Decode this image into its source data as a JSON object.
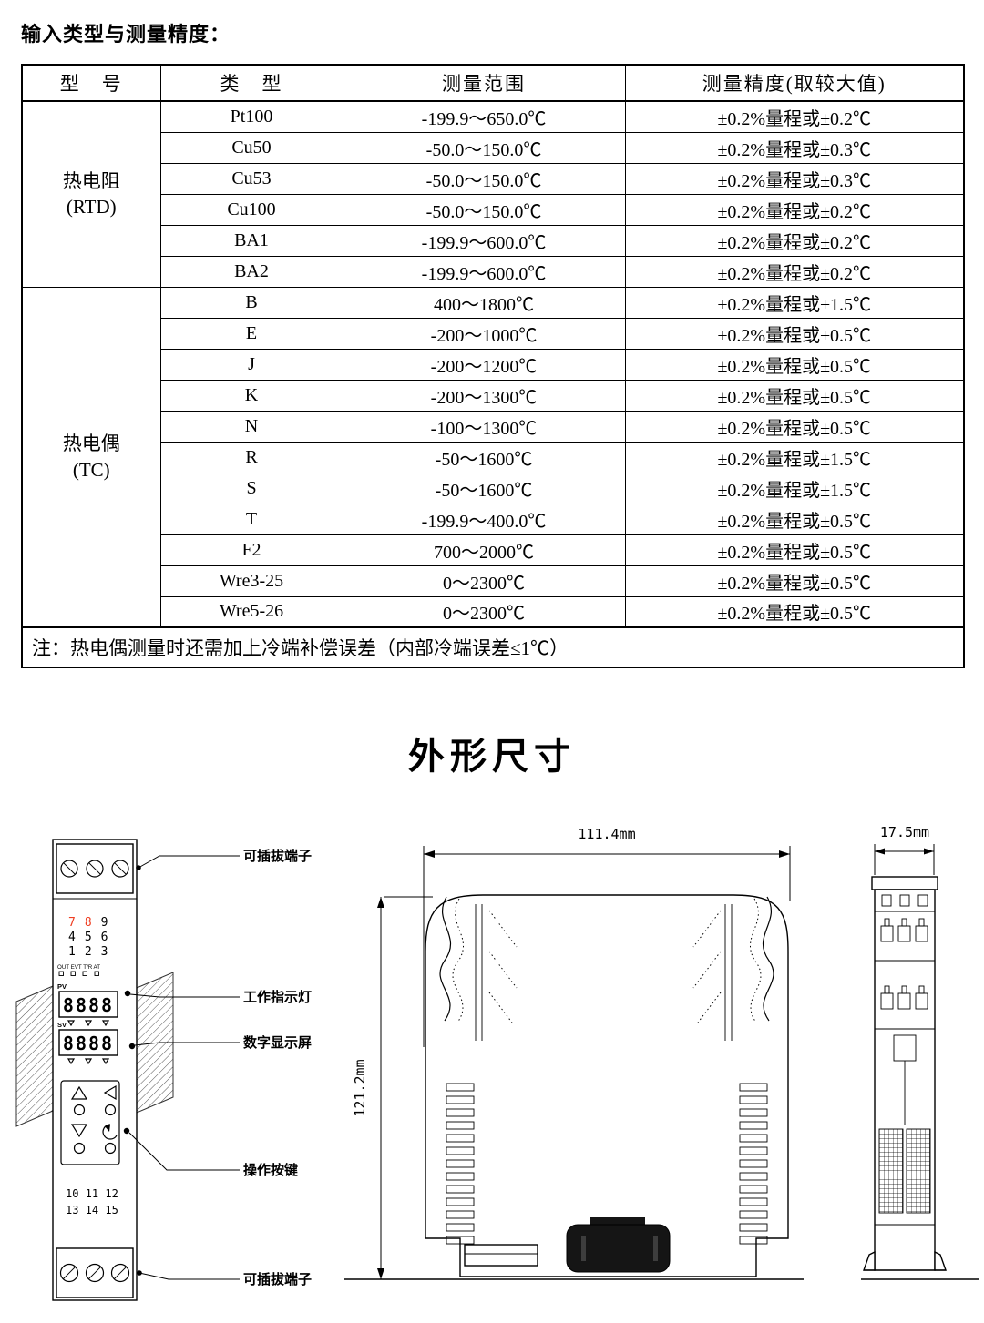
{
  "page": {
    "title": "输入类型与测量精度：",
    "section_title": "外形尺寸"
  },
  "table": {
    "headers": [
      "型　号",
      "类　型",
      "测量范围",
      "测量精度(取较大值)"
    ],
    "groups": [
      {
        "model_line1": "热电阻",
        "model_line2": "(RTD)",
        "rows": [
          {
            "type": "Pt100",
            "range": "-199.9～650.0℃",
            "accuracy": "±0.2%量程或±0.2℃"
          },
          {
            "type": "Cu50",
            "range": "-50.0～150.0℃",
            "accuracy": "±0.2%量程或±0.3℃"
          },
          {
            "type": "Cu53",
            "range": "-50.0～150.0℃",
            "accuracy": "±0.2%量程或±0.3℃"
          },
          {
            "type": "Cu100",
            "range": "-50.0～150.0℃",
            "accuracy": "±0.2%量程或±0.2℃"
          },
          {
            "type": "BA1",
            "range": "-199.9～600.0℃",
            "accuracy": "±0.2%量程或±0.2℃"
          },
          {
            "type": "BA2",
            "range": "-199.9～600.0℃",
            "accuracy": "±0.2%量程或±0.2℃"
          }
        ]
      },
      {
        "model_line1": "热电偶",
        "model_line2": "(TC)",
        "rows": [
          {
            "type": "B",
            "range": "400～1800℃",
            "accuracy": "±0.2%量程或±1.5℃"
          },
          {
            "type": "E",
            "range": "-200～1000℃",
            "accuracy": "±0.2%量程或±0.5℃"
          },
          {
            "type": "J",
            "range": "-200～1200℃",
            "accuracy": "±0.2%量程或±0.5℃"
          },
          {
            "type": "K",
            "range": "-200～1300℃",
            "accuracy": "±0.2%量程或±0.5℃"
          },
          {
            "type": "N",
            "range": "-100～1300℃",
            "accuracy": "±0.2%量程或±0.5℃"
          },
          {
            "type": "R",
            "range": "-50～1600℃",
            "accuracy": "±0.2%量程或±1.5℃"
          },
          {
            "type": "S",
            "range": "-50～1600℃",
            "accuracy": "±0.2%量程或±1.5℃"
          },
          {
            "type": "T",
            "range": "-199.9～400.0℃",
            "accuracy": "±0.2%量程或±0.5℃"
          },
          {
            "type": "F2",
            "range": "700～2000℃",
            "accuracy": "±0.2%量程或±0.5℃"
          },
          {
            "type": "Wre3-25",
            "range": "0～2300℃",
            "accuracy": "±0.2%量程或±0.5℃"
          },
          {
            "type": "Wre5-26",
            "range": "0～2300℃",
            "accuracy": "±0.2%量程或±0.5℃"
          }
        ]
      }
    ],
    "note": "注：热电偶测量时还需加上冷端补偿误差（内部冷端误差≤1℃）"
  },
  "drawing": {
    "labels": {
      "terminal_top": "可插拔端子",
      "indicator": "工作指示灯",
      "display": "数字显示屏",
      "buttons": "操作按键",
      "terminal_bottom": "可插拔端子"
    },
    "dimensions": {
      "width": "111.4mm",
      "height": "121.2mm",
      "depth": "17.5mm"
    },
    "front_view": {
      "keypad_rows": [
        "7 8 9",
        "4 5 6",
        "1 2 3"
      ],
      "red_digits": [
        "7",
        "8"
      ],
      "status_row": "OUT EVT T/R AT",
      "pv_label": "PV",
      "sv_label": "SV",
      "pv_value": "8888",
      "sv_value": "8888",
      "terminal_row1": "10 11 12",
      "terminal_row2": "13 14 15"
    },
    "colors": {
      "red_digit": "#ef3f23"
    }
  }
}
